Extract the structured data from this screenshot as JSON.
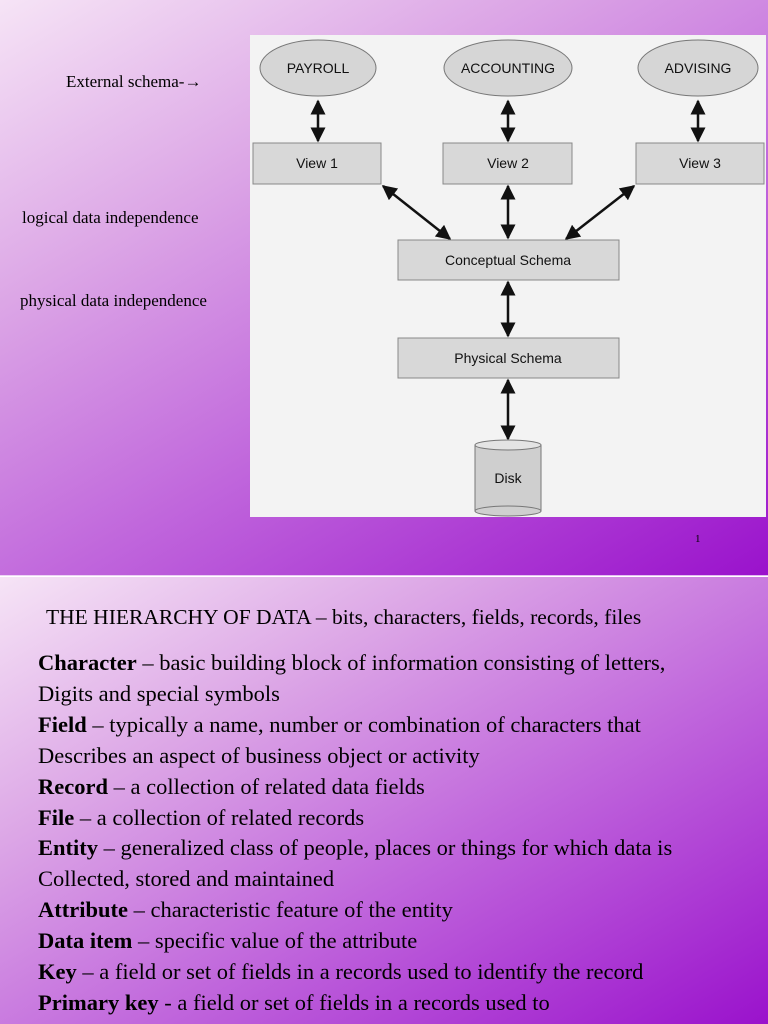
{
  "slide1": {
    "labels": {
      "external": "External schema-→",
      "logical": "logical data independence",
      "physical": "physical data independence"
    },
    "diagram": {
      "clouds": [
        "PAYROLL",
        "ACCOUNTING",
        "ADVISING"
      ],
      "views": [
        "View 1",
        "View 2",
        "View 3"
      ],
      "conceptual": "Conceptual Schema",
      "physical": "Physical Schema",
      "disk": "Disk"
    },
    "page_number": "1"
  },
  "slide2": {
    "title": "THE HIERARCHY OF DATA – bits, characters, fields, records, files",
    "lines": [
      {
        "term": "Character",
        "text": " – basic building block of information consisting of letters,"
      },
      {
        "term": "",
        "text": "Digits and special symbols"
      },
      {
        "term": "Field",
        "text": " – typically a name, number or combination of characters that"
      },
      {
        "term": "",
        "text": "Describes an aspect of business object or activity"
      },
      {
        "term": "Record",
        "text": " – a collection of related data fields"
      },
      {
        "term": "File",
        "text": " – a collection of related records"
      },
      {
        "term": "Entity",
        "text": " – generalized class of people, places or things for which data is"
      },
      {
        "term": "",
        "text": "Collected, stored and maintained"
      },
      {
        "term": "Attribute",
        "text": " – characteristic feature of the entity"
      },
      {
        "term": "Data item",
        "text": " – specific value of the attribute"
      },
      {
        "term": "Key",
        "text": " – a field or set of fields in a records used to identify the record"
      },
      {
        "term": "Primary key",
        "text": " - a field or set of fields in a records used to"
      }
    ]
  }
}
